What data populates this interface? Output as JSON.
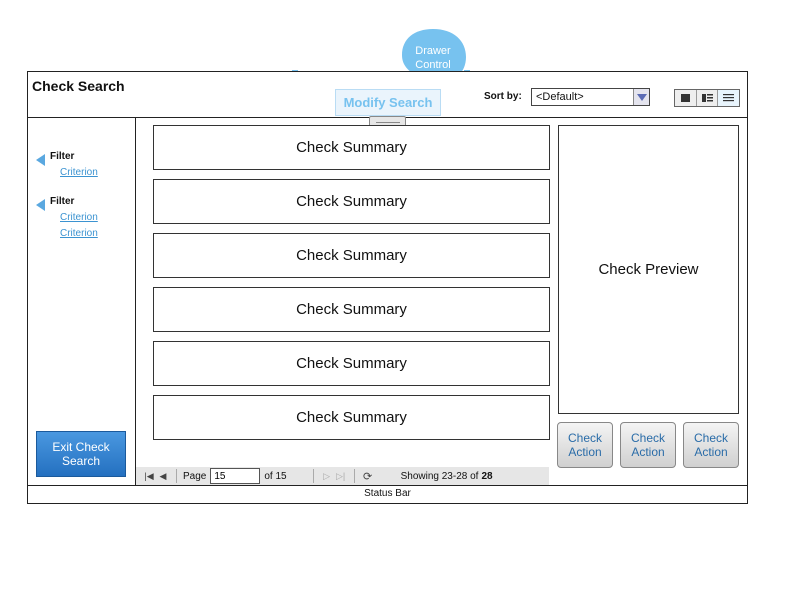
{
  "app": {
    "title": "Check Search",
    "status_bar": "Status Bar"
  },
  "sidebar": {
    "groups": [
      {
        "label": "Filter",
        "criteria": [
          "Criterion"
        ]
      },
      {
        "label": "Filter",
        "criteria": [
          "Criterion",
          "Criterion"
        ]
      }
    ],
    "exit_button": "Exit Check Search"
  },
  "drawer": {
    "tab_label": "Modify Search",
    "callout": "Drawer Control"
  },
  "sort": {
    "label": "Sort by:",
    "value": "<Default>"
  },
  "results": {
    "items": [
      "Check Summary",
      "Check Summary",
      "Check Summary",
      "Check Summary",
      "Check Summary",
      "Check Summary"
    ]
  },
  "preview": {
    "label": "Check Preview"
  },
  "actions": [
    "Check Action",
    "Check Action",
    "Check Action"
  ],
  "pager": {
    "page_label": "Page",
    "page_value": "15",
    "of_label": "of 15",
    "showing_text": "Showing 23-28 of",
    "total": "28"
  },
  "colors": {
    "accent": "#2f80d0",
    "callout": "#77c2ef",
    "drawer_tab": "#eaf4fc"
  }
}
